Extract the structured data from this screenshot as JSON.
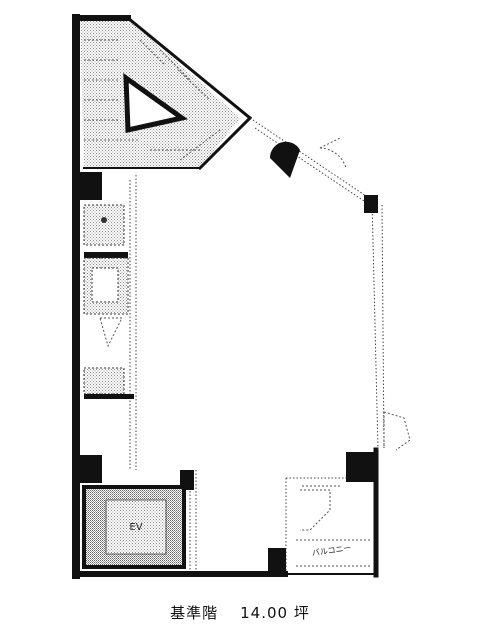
{
  "caption": {
    "floor": "基準階",
    "area": "14.00 坪"
  },
  "labels": {
    "elevator": "EV",
    "balcony": "バルコニー"
  },
  "colors": {
    "wall": "#111111",
    "line": "#333333",
    "stipple": "#777777",
    "background": "#ffffff"
  }
}
